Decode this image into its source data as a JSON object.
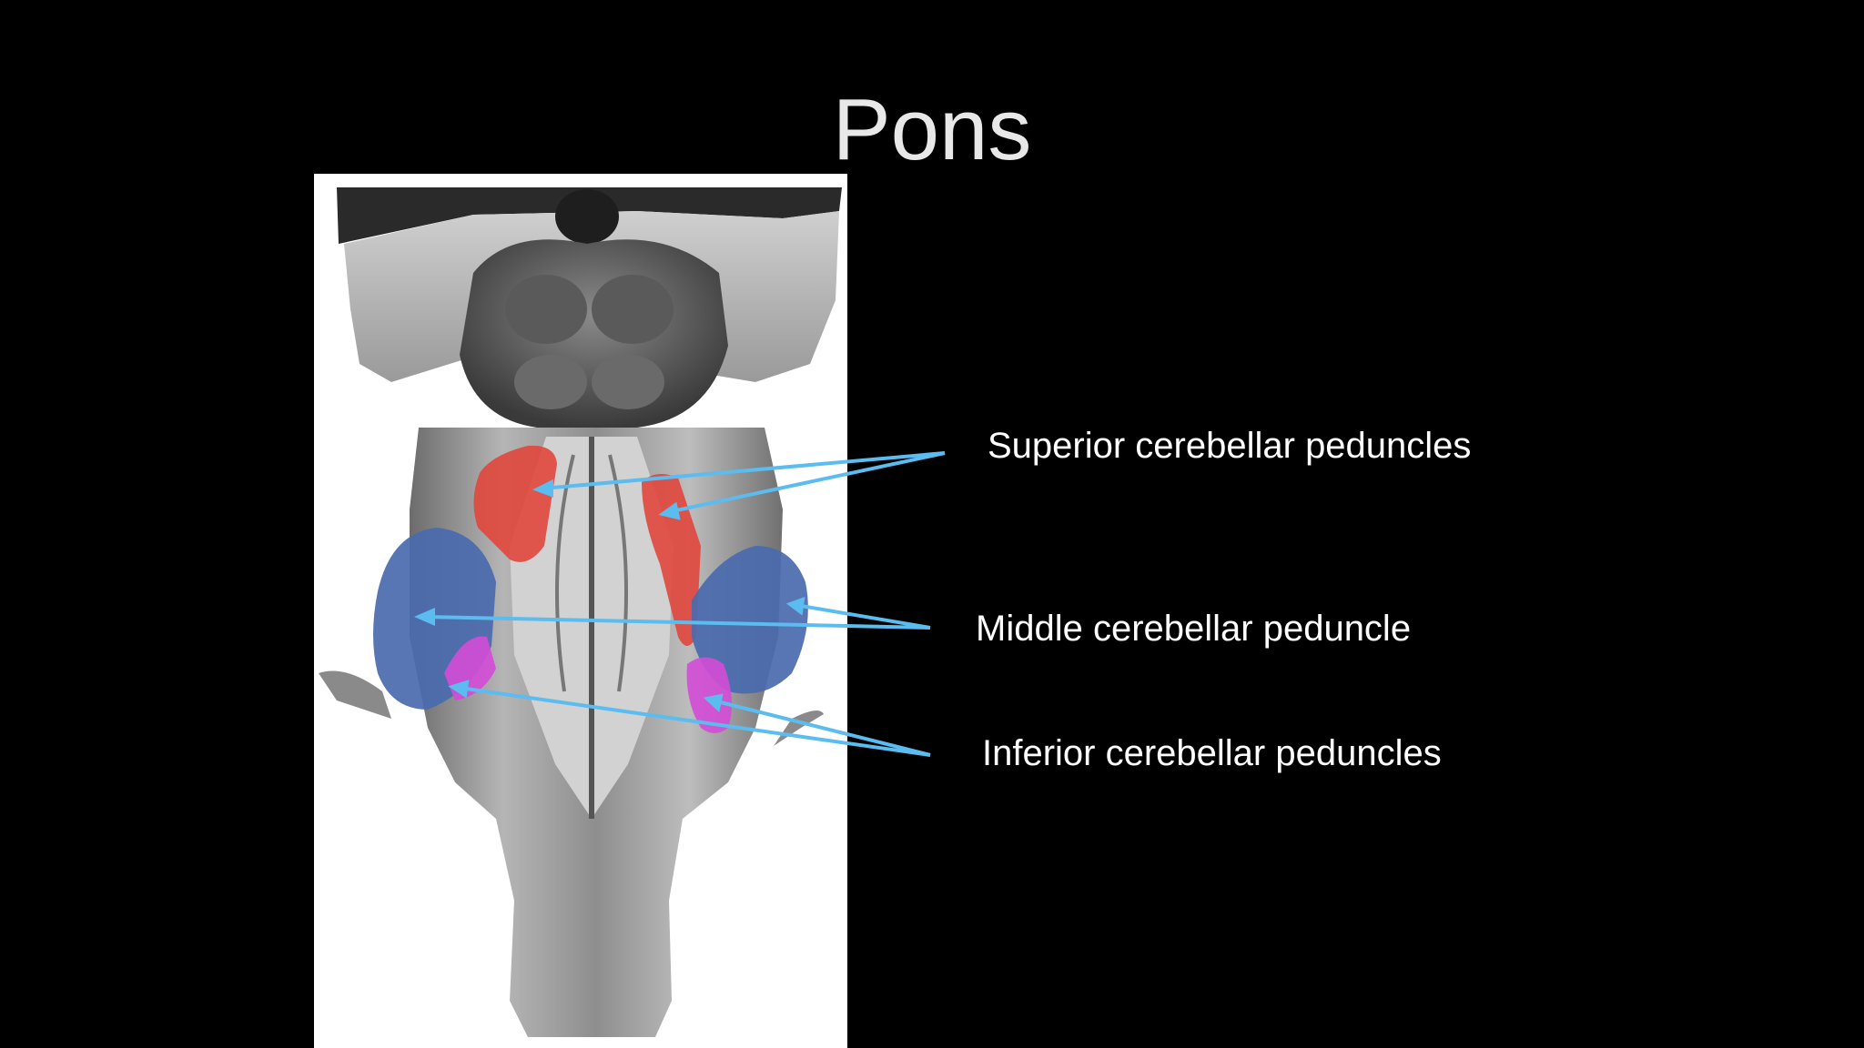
{
  "slide": {
    "title": "Pons",
    "background_color": "#000000"
  },
  "labels": {
    "superior": "Superior cerebellar peduncles",
    "middle": "Middle cerebellar peduncle",
    "inferior": "Inferior cerebellar peduncles"
  },
  "colors": {
    "arrow": "#5bbcf0",
    "superior_highlight": "#e0463c",
    "middle_highlight": "#4a6aae",
    "inferior_highlight": "#d34bd6"
  }
}
